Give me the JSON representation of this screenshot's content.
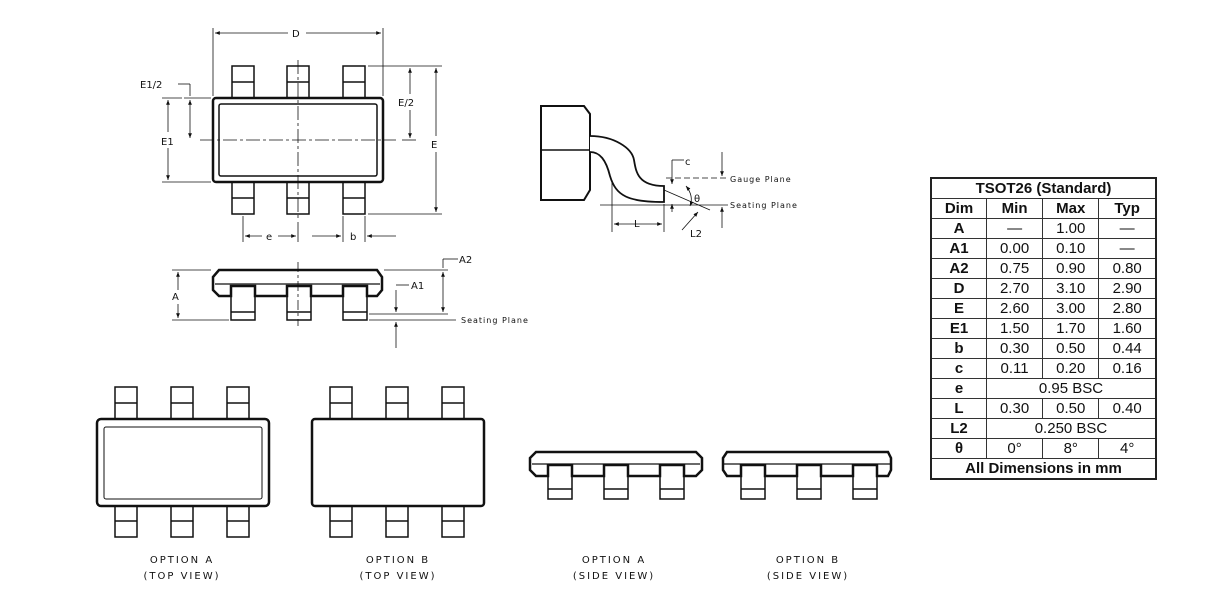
{
  "labels": {
    "D": "D",
    "E": "E",
    "E_half": "E/2",
    "E1_half": "E1/2",
    "E1": "E1",
    "e": "e",
    "b": "b",
    "A": "A",
    "A1": "A1",
    "A2": "A2",
    "c": "c",
    "L": "L",
    "L2": "L2",
    "theta": "θ",
    "gauge_plane": "Gauge Plane",
    "seating_plane_side": "Seating Plane",
    "seating_plane_front": "Seating Plane"
  },
  "captions": [
    {
      "line1": "OPTION A",
      "line2": "(TOP VIEW)"
    },
    {
      "line1": "OPTION B",
      "line2": "(TOP VIEW)"
    },
    {
      "line1": "OPTION A",
      "line2": "(SIDE VIEW)"
    },
    {
      "line1": "OPTION B",
      "line2": "(SIDE VIEW)"
    }
  ],
  "table": {
    "title": "TSOT26 (Standard)",
    "headers": [
      "Dim",
      "Min",
      "Max",
      "Typ"
    ],
    "rows": [
      {
        "dim": "A",
        "min": "—",
        "max": "1.00",
        "typ": "—"
      },
      {
        "dim": "A1",
        "min": "0.00",
        "max": "0.10",
        "typ": "—"
      },
      {
        "dim": "A2",
        "min": "0.75",
        "max": "0.90",
        "typ": "0.80"
      },
      {
        "dim": "D",
        "min": "2.70",
        "max": "3.10",
        "typ": "2.90"
      },
      {
        "dim": "E",
        "min": "2.60",
        "max": "3.00",
        "typ": "2.80"
      },
      {
        "dim": "E1",
        "min": "1.50",
        "max": "1.70",
        "typ": "1.60"
      },
      {
        "dim": "b",
        "min": "0.30",
        "max": "0.50",
        "typ": "0.44"
      },
      {
        "dim": "c",
        "min": "0.11",
        "max": "0.20",
        "typ": "0.16"
      },
      {
        "dim": "e",
        "span": "0.95 BSC"
      },
      {
        "dim": "L",
        "min": "0.30",
        "max": "0.50",
        "typ": "0.40"
      },
      {
        "dim": "L2",
        "span": "0.250 BSC"
      },
      {
        "dim": "θ",
        "min": "0°",
        "max": "8°",
        "typ": "4°"
      }
    ],
    "footer": "All Dimensions in mm"
  }
}
